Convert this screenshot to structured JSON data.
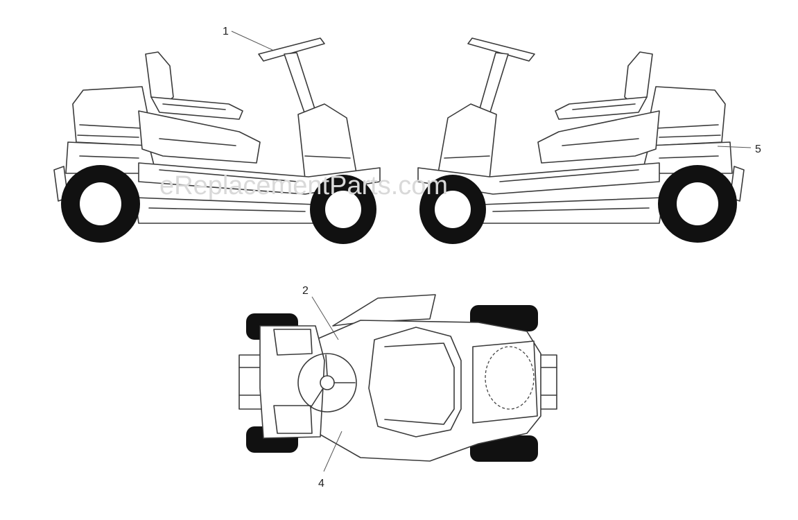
{
  "callouts": {
    "c1": "1",
    "c2": "2",
    "c4": "4",
    "c5": "5"
  },
  "watermark": "eReplacementParts.com",
  "colors": {
    "line": "#3a3a3a",
    "tire": "#111111",
    "background": "#ffffff",
    "watermark": "#d9d9d9"
  }
}
